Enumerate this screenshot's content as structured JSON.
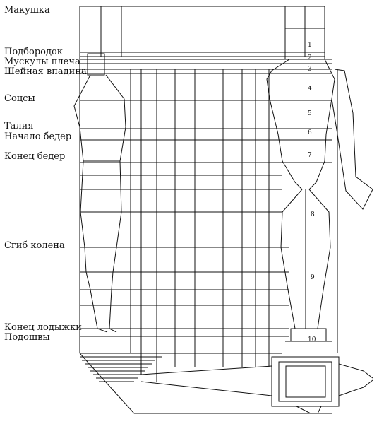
{
  "labels": {
    "crown": "Макушка",
    "chin": "Подбородок",
    "shoulder_muscles": "Мускулы плеча",
    "neck_hollow": "Шейная впадина",
    "nipples": "Соцсы",
    "waist": "Талия",
    "hips_start": "Начало бедер",
    "hips_end": "Конец бедер",
    "knee_bend": "Сгиб колена",
    "calf_end": "Конец лодыжки",
    "soles": "Подошвы"
  },
  "figure_numbers": [
    "1",
    "2",
    "3",
    "4",
    "5",
    "6",
    "7",
    "8",
    "9",
    "10"
  ]
}
